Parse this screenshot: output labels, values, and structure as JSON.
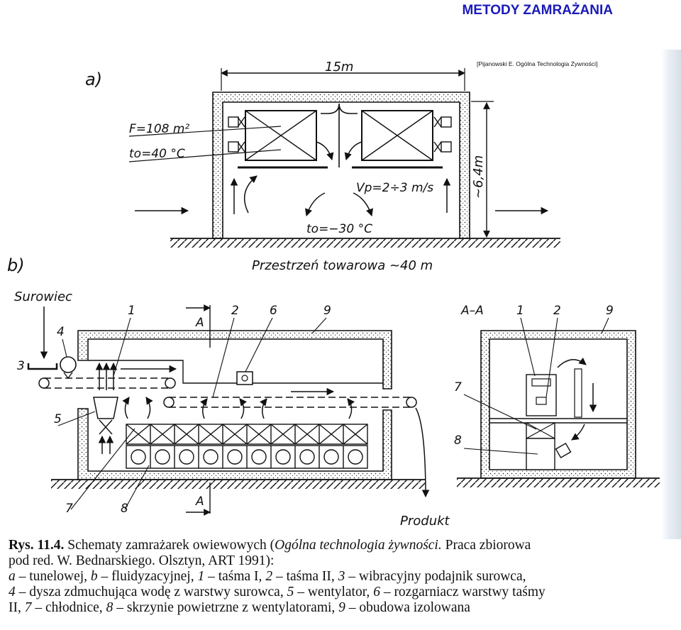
{
  "header": {
    "title": "METODY ZAMRAŻANIA"
  },
  "source_note": "[Pijanowski E. Ogólna Technologia Żywności]",
  "part_a": {
    "label": "a)",
    "width_dim": "15m",
    "height_dim": "~6,4m",
    "area": "F=108 m²",
    "temp_in": "to=40 °C",
    "velocity": "Vp=2÷3 m/s",
    "temp_out": "to=−30 °C",
    "space": "Przestrzeń towarowa ~40 m"
  },
  "part_b": {
    "label": "b)",
    "input": "Surowiec",
    "output": "Produkt",
    "section_mark": "A",
    "section_title": "A–A",
    "callouts": [
      "1",
      "2",
      "3",
      "4",
      "5",
      "6",
      "7",
      "8",
      "9"
    ]
  },
  "caption": {
    "figure_no": "Rys. 11.4.",
    "line1_a": "Schematy zamrażarek owiewowych (",
    "line1_title": "Ogólna technologia żywności.",
    "line1_b": " Praca zbiorowa",
    "line2": "pod red. W. Bednarskiego. Olsztyn, ART 1991):",
    "line3_a": "a",
    "line3_b": " – tunelowej, ",
    "line3_c": "b",
    "line3_d": " – fluidyzacyjnej, ",
    "line3_e": "1",
    "line3_f": " – taśma I, ",
    "line3_g": "2",
    "line3_h": " – taśma II, ",
    "line3_i": "3",
    "line3_j": " – wibracyjny podajnik surowca,",
    "line4_a": "4",
    "line4_b": " – dysza zdmuchująca wodę z warstwy surowca, ",
    "line4_c": "5",
    "line4_d": " – wentylator, ",
    "line4_e": "6",
    "line4_f": " – rozgarniacz warstwy taśmy",
    "line5_a": "II, ",
    "line5_b": "7",
    "line5_c": " – chłodnice, ",
    "line5_d": "8",
    "line5_e": " – skrzynie powietrzne z wentylatorami, ",
    "line5_f": "9",
    "line5_g": " – obudowa izolowana"
  }
}
